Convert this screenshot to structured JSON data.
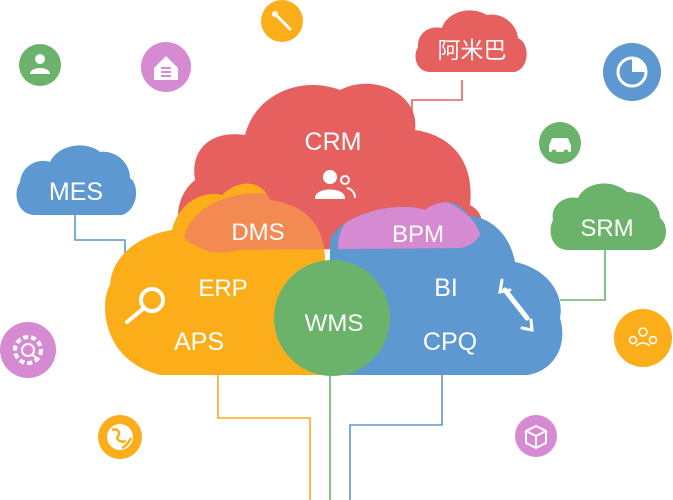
{
  "nodes": {
    "crm": "CRM",
    "dms": "DMS",
    "bpm": "BPM",
    "erp": "ERP",
    "aps": "APS",
    "wms": "WMS",
    "bi": "BI",
    "cpq": "CPQ",
    "mes": "MES",
    "srm": "SRM",
    "amiba": "阿米巴"
  },
  "colors": {
    "crm": "#e5605e",
    "erp": "#fbae19",
    "bi": "#5e98d1",
    "dms": "#f38a51",
    "bpm": "#d68ad2",
    "wms": "#6bb36a",
    "mes": "#5e98d1",
    "srm": "#6bb36a",
    "amiba": "#e5605e",
    "line_orange": "#fbae19",
    "line_blue": "#5e98d1",
    "line_green": "#6bb36a",
    "line_red": "#e5605e"
  },
  "icons": [
    {
      "name": "wrench-icon",
      "color": "#fbae19"
    },
    {
      "name": "user-icon",
      "color": "#6bb36a"
    },
    {
      "name": "home-icon",
      "color": "#d68ad2"
    },
    {
      "name": "pie-chart-icon",
      "color": "#5e98d1"
    },
    {
      "name": "car-icon",
      "color": "#6bb36a"
    },
    {
      "name": "gear-search-icon",
      "color": "#d68ad2"
    },
    {
      "name": "people-icon",
      "color": "#fbae19"
    },
    {
      "name": "globe-icon",
      "color": "#fbae19"
    },
    {
      "name": "box-icon",
      "color": "#d68ad2"
    }
  ]
}
